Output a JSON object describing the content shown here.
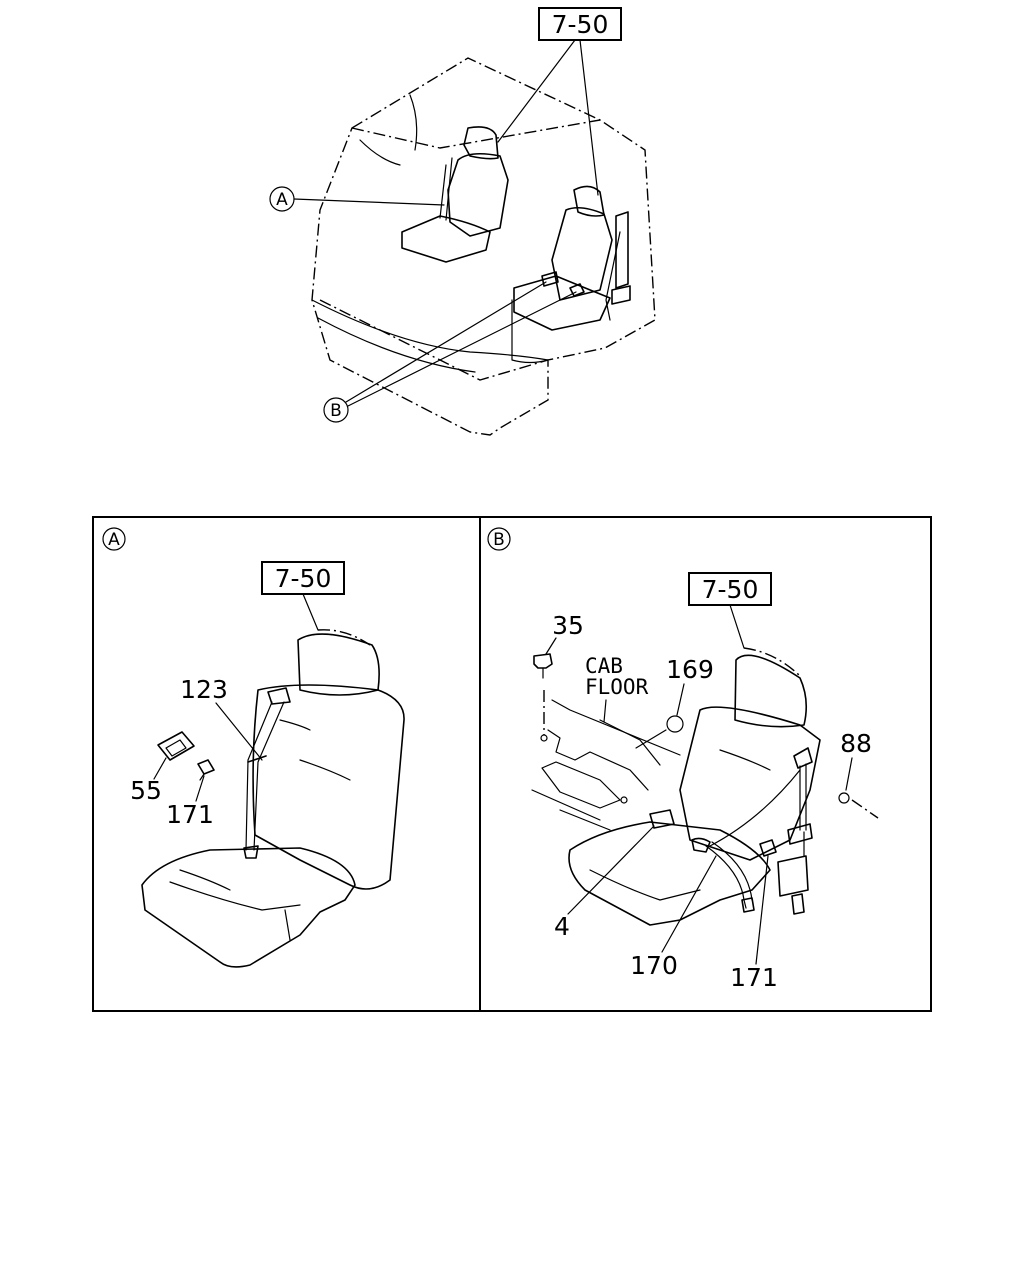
{
  "overview": {
    "ref_label": "7-50",
    "callout_a": "A",
    "callout_b": "B"
  },
  "detail_a": {
    "panel_label": "A",
    "ref_label": "7-50",
    "parts": {
      "p123": "123",
      "p55": "55",
      "p171": "171"
    }
  },
  "detail_b": {
    "panel_label": "B",
    "ref_label": "7-50",
    "cab_floor": [
      "CAB",
      "FLOOR"
    ],
    "parts": {
      "p35": "35",
      "p169": "169",
      "p88": "88",
      "p4": "4",
      "p170": "170",
      "p171": "171"
    }
  }
}
